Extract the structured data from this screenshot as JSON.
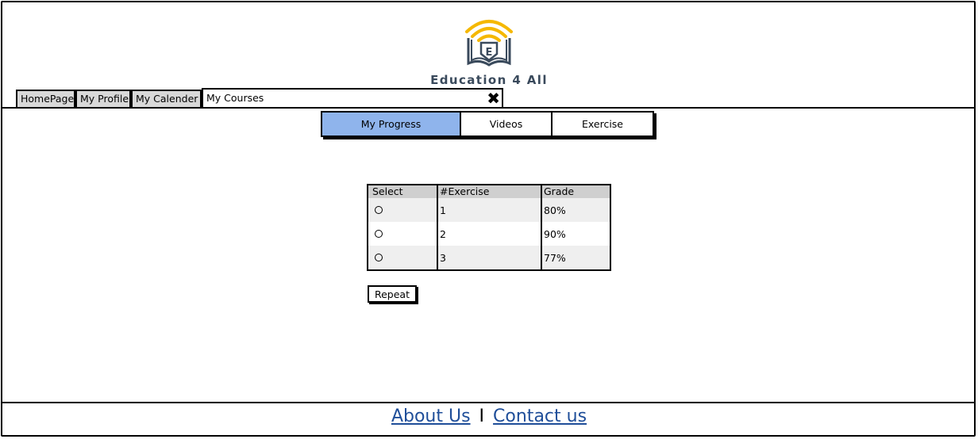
{
  "brand": {
    "name": "Education 4 All",
    "logo_letter": "E",
    "logo_icon": "wifi-book-icon"
  },
  "tabs": [
    {
      "label": "HomePage"
    },
    {
      "label": "My Profile"
    },
    {
      "label": "My Calender"
    },
    {
      "label": "My Courses",
      "active": true
    }
  ],
  "tab_close_icon": "close-icon",
  "segments": [
    {
      "label": "My Progress",
      "selected": true
    },
    {
      "label": "Videos",
      "selected": false
    },
    {
      "label": "Exercise",
      "selected": false
    }
  ],
  "table": {
    "headers": [
      "Select",
      "#Exercise",
      "Grade"
    ],
    "rows": [
      {
        "exercise": "1",
        "grade": "80%"
      },
      {
        "exercise": "2",
        "grade": "90%"
      },
      {
        "exercise": "3",
        "grade": "77%"
      }
    ]
  },
  "buttons": {
    "repeat": "Repeat"
  },
  "footer": {
    "about": "About Us",
    "separator": "I",
    "contact": "Contact us"
  },
  "colors": {
    "selected_tab": "#8fb4ec",
    "brand_text": "#3a4a5c",
    "logo_yellow": "#f5b800",
    "link": "#1f4e99"
  }
}
